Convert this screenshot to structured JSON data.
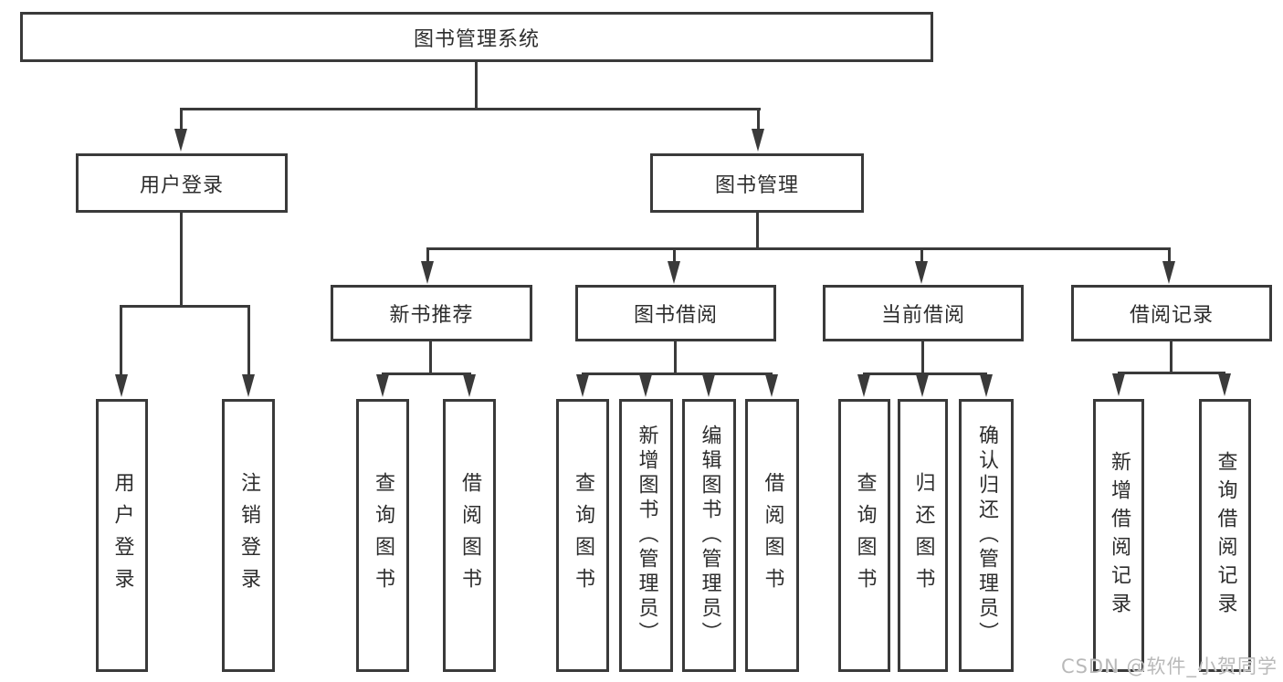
{
  "colors": {
    "line": "#3a3a3a",
    "text": "#2d2d2d",
    "watermark": "#b9b9b9",
    "background": "#ffffff"
  },
  "diagram": {
    "root": {
      "label": "图书管理系统"
    },
    "branches": {
      "user_login": {
        "label": "用户登录",
        "children": [
          {
            "label": "用户登录"
          },
          {
            "label": "注销登录"
          }
        ]
      },
      "book_mgmt": {
        "label": "图书管理",
        "children": [
          {
            "label": "新书推荐",
            "children": [
              {
                "label": "查询图书"
              },
              {
                "label": "借阅图书"
              }
            ]
          },
          {
            "label": "图书借阅",
            "children": [
              {
                "label": "查询图书"
              },
              {
                "label": "新增图书（管理员）"
              },
              {
                "label": "编辑图书（管理员）"
              },
              {
                "label": "借阅图书"
              }
            ]
          },
          {
            "label": "当前借阅",
            "children": [
              {
                "label": "查询图书"
              },
              {
                "label": "归还图书"
              },
              {
                "label": "确认归还（管理员）"
              }
            ]
          },
          {
            "label": "借阅记录",
            "children": [
              {
                "label": "新增借阅记录"
              },
              {
                "label": "查询借阅记录"
              }
            ]
          }
        ]
      }
    }
  },
  "watermark": {
    "text": "CSDN @软件_小贺同学"
  }
}
